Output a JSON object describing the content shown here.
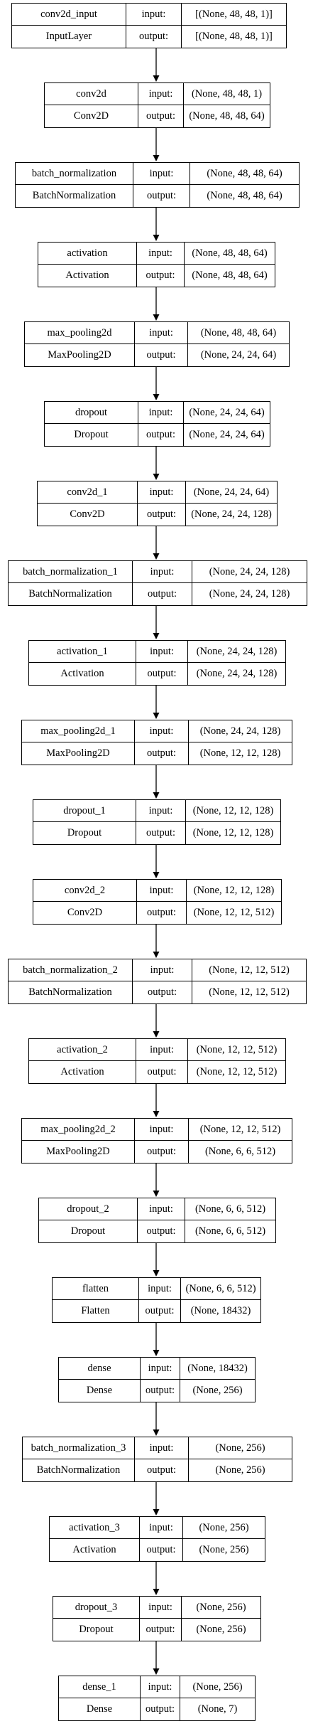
{
  "io_labels": {
    "input": "input:",
    "output": "output:"
  },
  "layers": [
    {
      "name": "conv2d_input",
      "type": "InputLayer",
      "input": "[(None, 48, 48, 1)]",
      "output": "[(None, 48, 48, 1)]"
    },
    {
      "name": "conv2d",
      "type": "Conv2D",
      "input": "(None, 48, 48, 1)",
      "output": "(None, 48, 48, 64)"
    },
    {
      "name": "batch_normalization",
      "type": "BatchNormalization",
      "input": "(None, 48, 48, 64)",
      "output": "(None, 48, 48, 64)"
    },
    {
      "name": "activation",
      "type": "Activation",
      "input": "(None, 48, 48, 64)",
      "output": "(None, 48, 48, 64)"
    },
    {
      "name": "max_pooling2d",
      "type": "MaxPooling2D",
      "input": "(None, 48, 48, 64)",
      "output": "(None, 24, 24, 64)"
    },
    {
      "name": "dropout",
      "type": "Dropout",
      "input": "(None, 24, 24, 64)",
      "output": "(None, 24, 24, 64)"
    },
    {
      "name": "conv2d_1",
      "type": "Conv2D",
      "input": "(None, 24, 24, 64)",
      "output": "(None, 24, 24, 128)"
    },
    {
      "name": "batch_normalization_1",
      "type": "BatchNormalization",
      "input": "(None, 24, 24, 128)",
      "output": "(None, 24, 24, 128)"
    },
    {
      "name": "activation_1",
      "type": "Activation",
      "input": "(None, 24, 24, 128)",
      "output": "(None, 24, 24, 128)"
    },
    {
      "name": "max_pooling2d_1",
      "type": "MaxPooling2D",
      "input": "(None, 24, 24, 128)",
      "output": "(None, 12, 12, 128)"
    },
    {
      "name": "dropout_1",
      "type": "Dropout",
      "input": "(None, 12, 12, 128)",
      "output": "(None, 12, 12, 128)"
    },
    {
      "name": "conv2d_2",
      "type": "Conv2D",
      "input": "(None, 12, 12, 128)",
      "output": "(None, 12, 12, 512)"
    },
    {
      "name": "batch_normalization_2",
      "type": "BatchNormalization",
      "input": "(None, 12, 12, 512)",
      "output": "(None, 12, 12, 512)"
    },
    {
      "name": "activation_2",
      "type": "Activation",
      "input": "(None, 12, 12, 512)",
      "output": "(None, 12, 12, 512)"
    },
    {
      "name": "max_pooling2d_2",
      "type": "MaxPooling2D",
      "input": "(None, 12, 12, 512)",
      "output": "(None, 6, 6, 512)"
    },
    {
      "name": "dropout_2",
      "type": "Dropout",
      "input": "(None, 6, 6, 512)",
      "output": "(None, 6, 6, 512)"
    },
    {
      "name": "flatten",
      "type": "Flatten",
      "input": "(None, 6, 6, 512)",
      "output": "(None, 18432)"
    },
    {
      "name": "dense",
      "type": "Dense",
      "input": "(None, 18432)",
      "output": "(None, 256)"
    },
    {
      "name": "batch_normalization_3",
      "type": "BatchNormalization",
      "input": "(None, 256)",
      "output": "(None, 256)"
    },
    {
      "name": "activation_3",
      "type": "Activation",
      "input": "(None, 256)",
      "output": "(None, 256)"
    },
    {
      "name": "dropout_3",
      "type": "Dropout",
      "input": "(None, 256)",
      "output": "(None, 256)"
    },
    {
      "name": "dense_1",
      "type": "Dense",
      "input": "(None, 256)",
      "output": "(None, 7)"
    }
  ]
}
